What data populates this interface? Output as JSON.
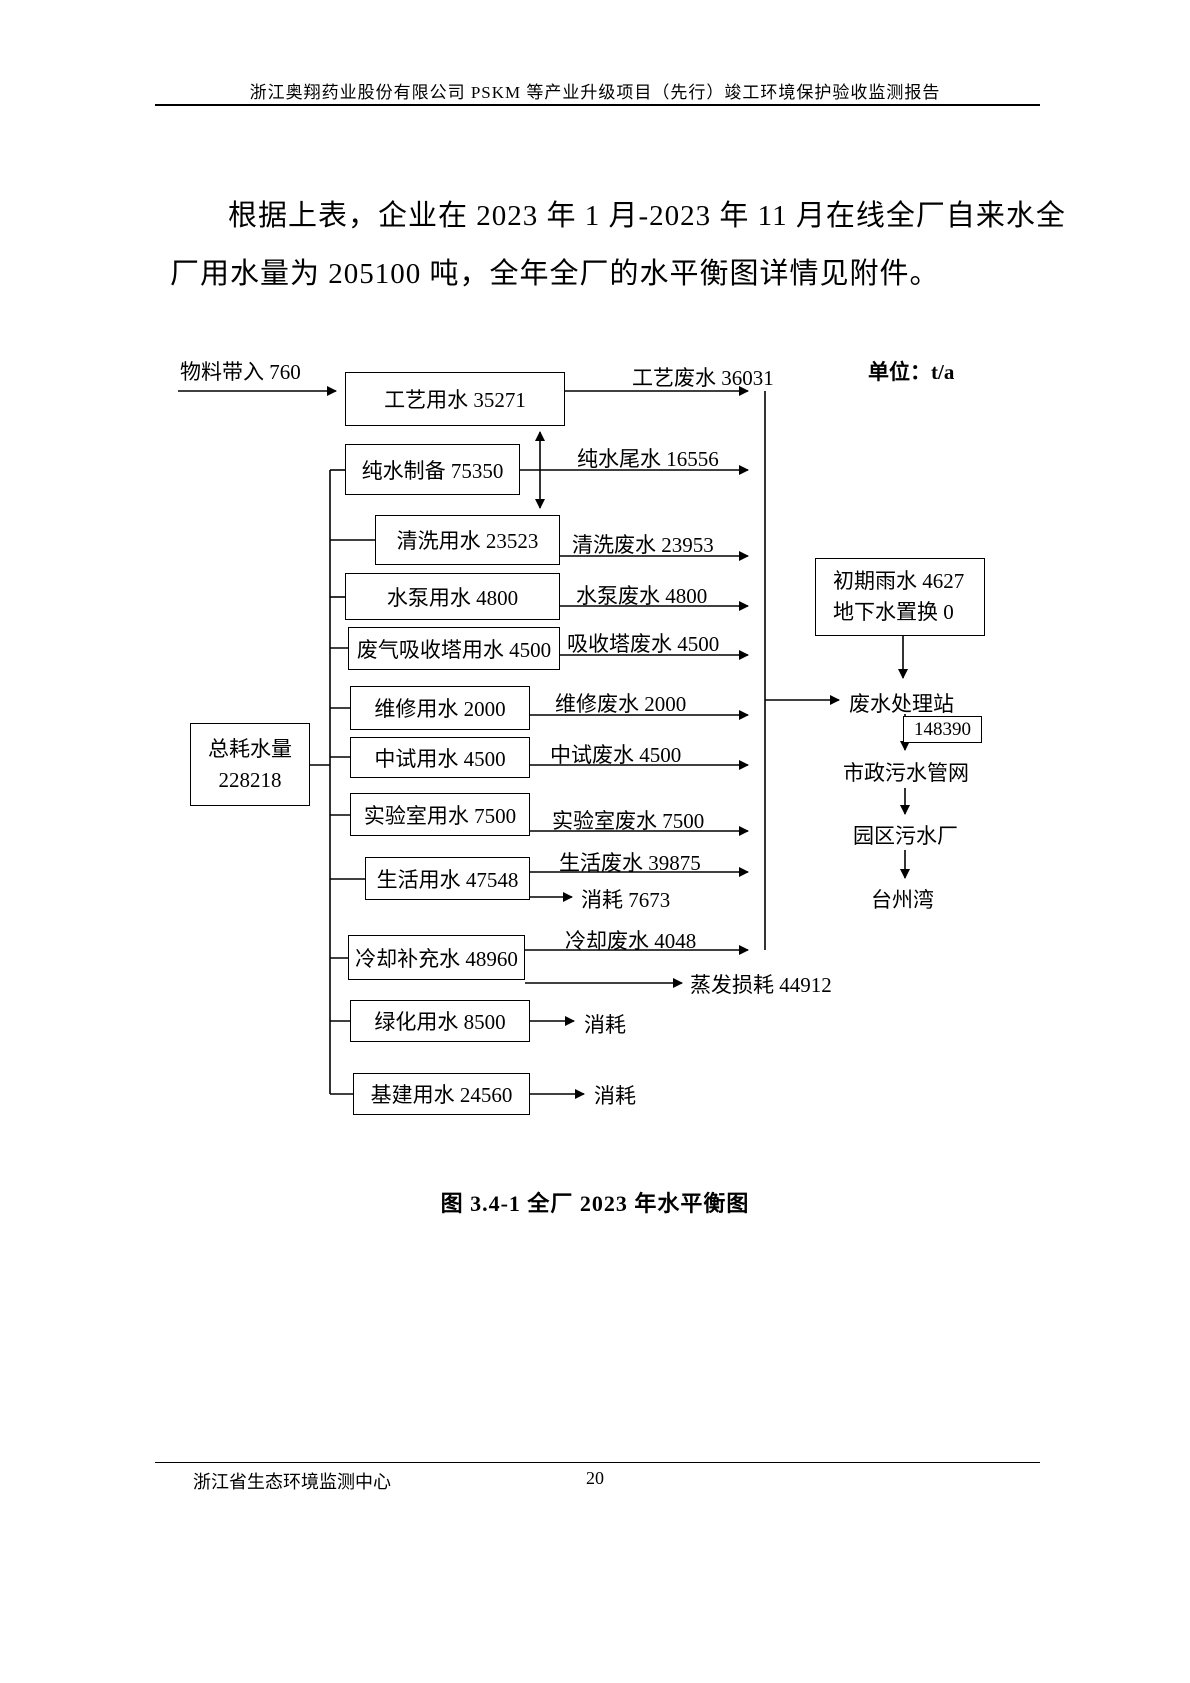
{
  "header": {
    "title": "浙江奥翔药业股份有限公司 PSKM 等产业升级项目（先行）竣工环境保护验收监测报告"
  },
  "paragraph": {
    "line1": "根据上表，企业在 2023 年 1 月-2023 年 11 月在线全厂自来水全",
    "line2": "厂用水量为 205100 吨，全年全厂的水平衡图详情见附件。"
  },
  "diagram": {
    "unit_label": "单位：t/a",
    "material_in": "物料带入 760",
    "boxes": {
      "process": "工艺用水 35271",
      "pure": "纯水制备 75350",
      "cleaning": "清洗用水 23523",
      "pump": "水泵用水 4800",
      "gas_tower": "废气吸收塔用水 4500",
      "maintenance": "维修用水 2000",
      "pilot": "中试用水 4500",
      "lab": "实验室用水 7500",
      "domestic": "生活用水 47548",
      "cooling": "冷却补充水 48960",
      "greening": "绿化用水 8500",
      "construction": "基建用水 24560",
      "total_line1": "总耗水量",
      "total_line2": "228218",
      "rain_line1": "初期雨水 4627",
      "rain_line2": "地下水置换 0",
      "treatment_amount": "148390"
    },
    "flows": {
      "process_waste": "工艺废水 36031",
      "pure_tail": "纯水尾水 16556",
      "cleaning_waste": "清洗废水 23953",
      "pump_waste": "水泵废水 4800",
      "tower_waste": "吸收塔废水 4500",
      "maintenance_waste": "维修废水 2000",
      "pilot_waste": "中试废水 4500",
      "lab_waste": "实验室废水 7500",
      "domestic_waste": "生活废水 39875",
      "domestic_consume": "消耗 7673",
      "cooling_waste": "冷却废水 4048",
      "evaporation": "蒸发损耗 44912",
      "greening_consume": "消耗",
      "construction_consume": "消耗"
    },
    "chain": {
      "treatment": "废水处理站",
      "municipal": "市政污水管网",
      "park_plant": "园区污水厂",
      "bay": "台州湾"
    }
  },
  "caption": "图 3.4-1 全厂 2023 年水平衡图",
  "footer": {
    "left": "浙江省生态环境监测中心",
    "page": "20"
  }
}
